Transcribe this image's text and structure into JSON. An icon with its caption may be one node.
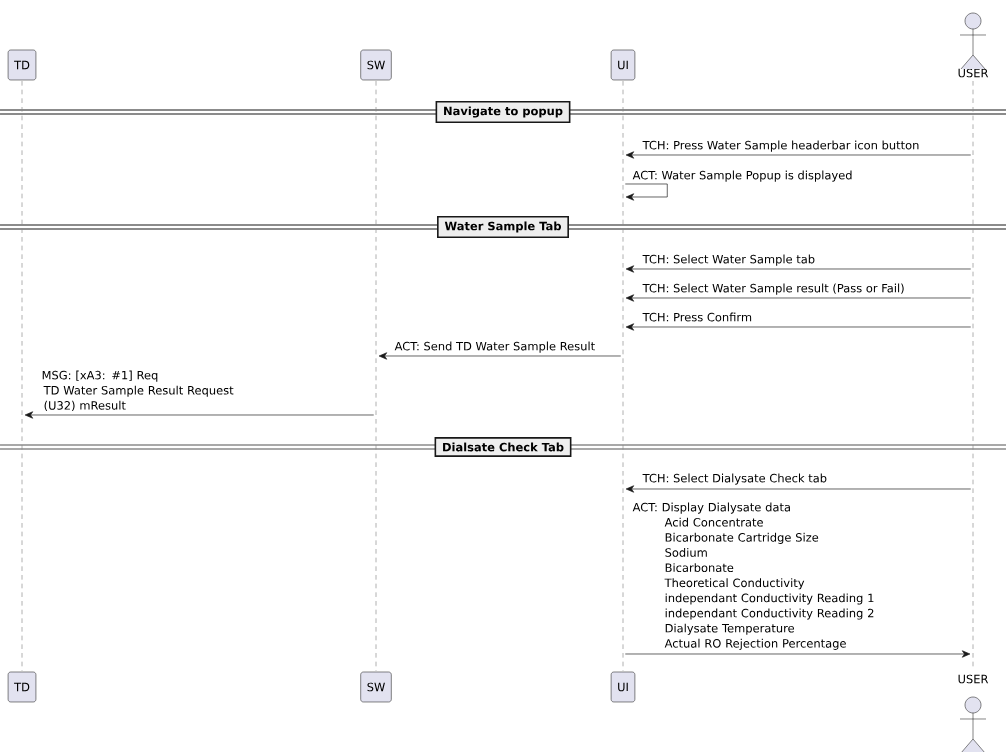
{
  "diagram": {
    "nodes": [
      {
        "text": [
          "TD"
        ]
      },
      {
        "text": [
          "SW"
        ]
      },
      {
        "text": [
          "UI"
        ]
      },
      {
        "text": [
          "USER"
        ]
      },
      {
        "text": [],
        "shape": "bar"
      },
      {
        "text": [],
        "shape": "bar"
      },
      {
        "text": [],
        "shape": "bar"
      },
      {
        "text": [],
        "shape": "bar"
      },
      {
        "text": [
          "Navigate to popup"
        ]
      },
      {
        "text": [
          "Water Sample Tab"
        ]
      },
      {
        "text": [
          "Dialsate Check Tab"
        ]
      },
      {
        "text": [
          "TD"
        ]
      },
      {
        "text": [
          "SW"
        ]
      },
      {
        "text": [
          "UI"
        ]
      },
      {
        "text": [
          "USER"
        ]
      }
    ],
    "edges": [
      {
        "from": 7,
        "to": 6,
        "arrow": "to",
        "label": "TCH: Press Water Sample headerbar icon button"
      },
      {
        "from": 6,
        "to": 6,
        "arrow": "to",
        "label": "ACT: Water Sample Popup is displayed"
      },
      {
        "from": 7,
        "to": 6,
        "arrow": "to",
        "label": "TCH: Select Water Sample tab"
      },
      {
        "from": 7,
        "to": 6,
        "arrow": "to",
        "label": "TCH: Select Water Sample result (Pass or Fail)"
      },
      {
        "from": 7,
        "to": 6,
        "arrow": "to",
        "label": "TCH: Press Confirm"
      },
      {
        "from": 6,
        "to": 5,
        "arrow": "to",
        "label": "ACT: Send TD Water Sample Result"
      },
      {
        "from": 5,
        "to": 4,
        "arrow": "to",
        "label": "MSG: [xA3: #1] Req TD Water Sample Result Request (U32) mResult"
      },
      {
        "from": 7,
        "to": 6,
        "arrow": "to",
        "label": "TCH: Select Dialysate Check tab"
      },
      {
        "from": 6,
        "to": 7,
        "arrow": "to",
        "label": "ACT: Display Dialysate data Acid Concentrate Bicarbonate Cartridge Size Sodium Bicarbonate Theoretical Conductivity independant Conductivity Reading 1 independant Conductivity Reading 2 Dialysate Temperature Actual RO Rejection Percentage"
      }
    ]
  }
}
